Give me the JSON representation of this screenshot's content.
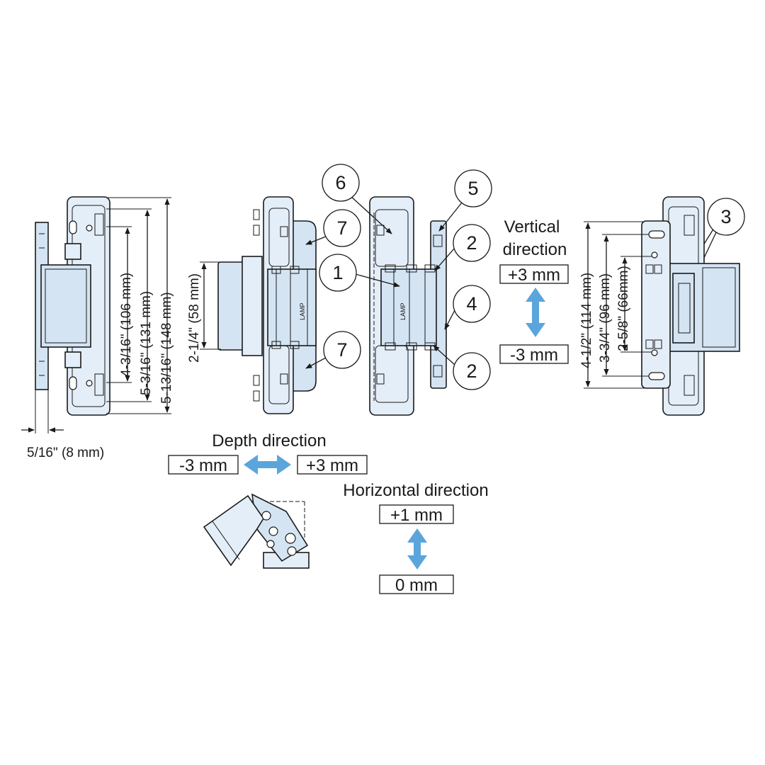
{
  "callouts": {
    "c1": "1",
    "c2a": "2",
    "c2b": "2",
    "c3": "3",
    "c4": "4",
    "c5": "5",
    "c6": "6",
    "c7a": "7",
    "c7b": "7"
  },
  "dimensions_left": {
    "d106": "4-3/16\" (106 mm)",
    "d131": "5-3/16\" (131 mm)",
    "d148": "5-13/16\" (148 mm)",
    "depth": "5/16\" (8 mm)"
  },
  "dimensions_center": {
    "d58": "2-1/4\" (58 mm)"
  },
  "dimensions_right": {
    "d114": "4-1/2\" (114 mm)",
    "d96": "3-3/4\" (96 mm)",
    "d66": "2-5/8\" (66mm)"
  },
  "vertical": {
    "title_line1": "Vertical",
    "title_line2": "direction",
    "plus": "+3 mm",
    "minus": "-3 mm"
  },
  "depth_adj": {
    "title": "Depth direction",
    "minus": "-3 mm",
    "plus": "+3 mm"
  },
  "horizontal": {
    "title": "Horizontal direction",
    "plus": "+1 mm",
    "zero": "0 mm"
  },
  "brand_mark": "LAMP",
  "colors": {
    "part_fill": "#e4eef8",
    "arrow": "#5aa6dc",
    "line": "#1a1a1a"
  }
}
